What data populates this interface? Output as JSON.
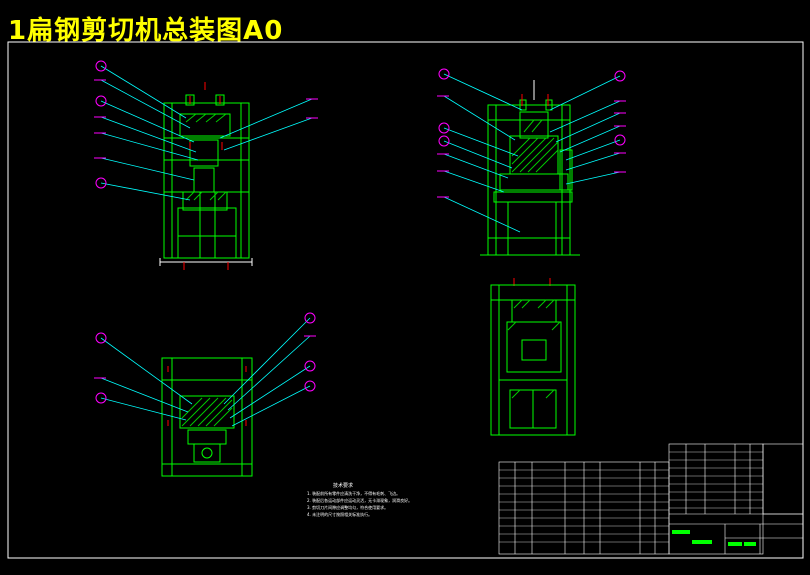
{
  "title": "1扁钢剪切机总装图A0",
  "colors": {
    "background": "#000000",
    "frame": "#ffffff",
    "drawing": "#00ff00",
    "leader": "#00ffff",
    "balloon": "#ff00ff",
    "hatch": "#00cc00",
    "marker": "#ff0000",
    "title_text": "#ffff00",
    "note_text": "#ffffff"
  },
  "tech_notes": {
    "title": "技术要求",
    "lines": [
      "1. 装配前所有零件应清洗干净，不得有毛刺、飞边。",
      "2. 装配后各运动部件应运动灵活，无卡滞现象，润滑良好。",
      "3. 剪切刀片间隙应调整均匀，符合使用要求。",
      "4. 未注明的尺寸按照相关标准执行。"
    ]
  }
}
